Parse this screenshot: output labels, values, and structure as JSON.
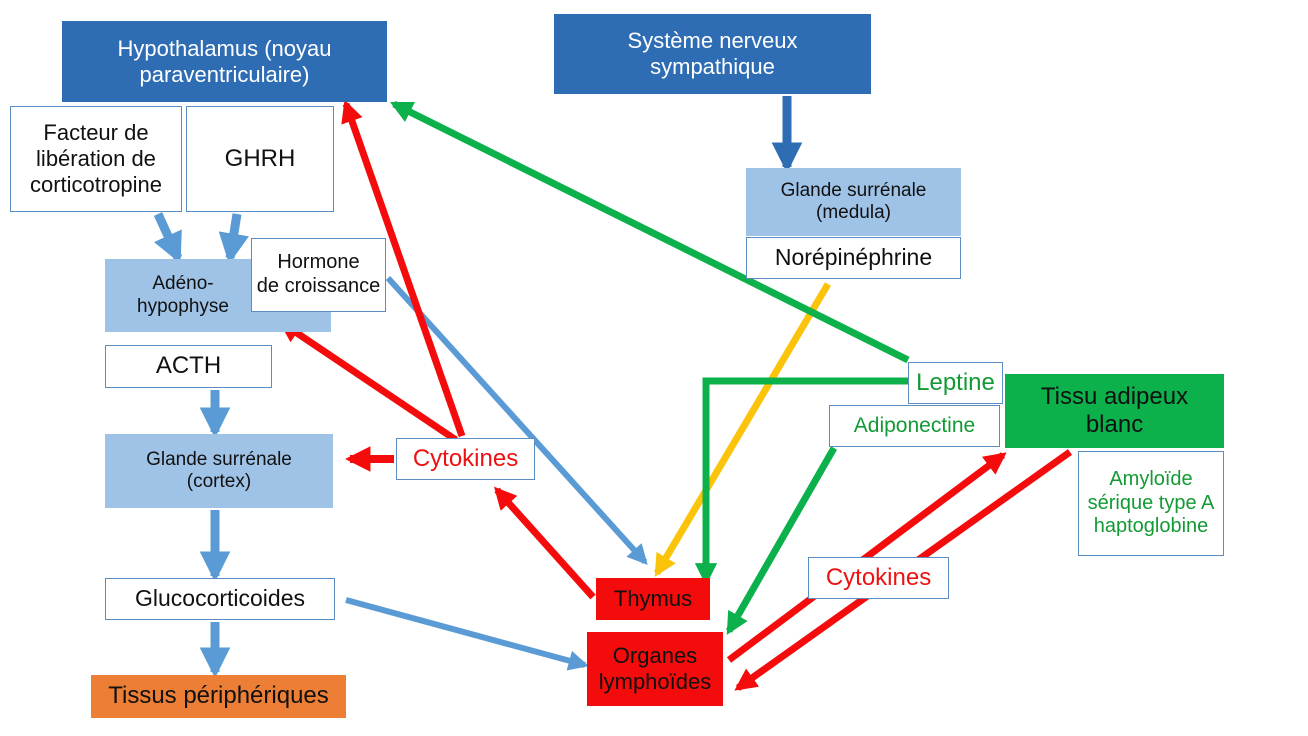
{
  "nodes": {
    "hypothalamus": "Hypothalamus (noyau\nparaventriculaire)",
    "systeme_nerveux": "Système nerveux\nsympathique",
    "crh": "Facteur de\nlibération de\ncorticotropine",
    "ghrh": "GHRH",
    "hormone_croissance": "Hormone\nde croissance",
    "adenohypophyse": "Adéno-\nhypophyse",
    "acth": "ACTH",
    "glande_surrenale_cortex": "Glande surrénale\n(cortex)",
    "glucocorticoides": "Glucocorticoides",
    "tissus_peripheriques": "Tissus périphériques",
    "glande_surrenale_medula": "Glande surrénale\n(medula)",
    "norepinephrine": "Norépinéphrine",
    "cytokines_center": "Cytokines",
    "thymus": "Thymus",
    "organes_lymphoides": "Organes\nlymphoïdes",
    "leptine": "Leptine",
    "adiponectine": "Adiponectine",
    "tissu_adipeux": "Tissu adipeux\nblanc",
    "amyloide": "Amyloïde\nsérique type A\nhaptoglobine",
    "cytokines_right": "Cytokines"
  },
  "colors": {
    "dark_blue": "#2e6db4",
    "light_blue": "#9fc3e6",
    "arrow_blue": "#5b9bd5",
    "red": "#f40b0b",
    "green": "#0cb14b",
    "yellow": "#fbc30a",
    "orange": "#ec7e36"
  }
}
